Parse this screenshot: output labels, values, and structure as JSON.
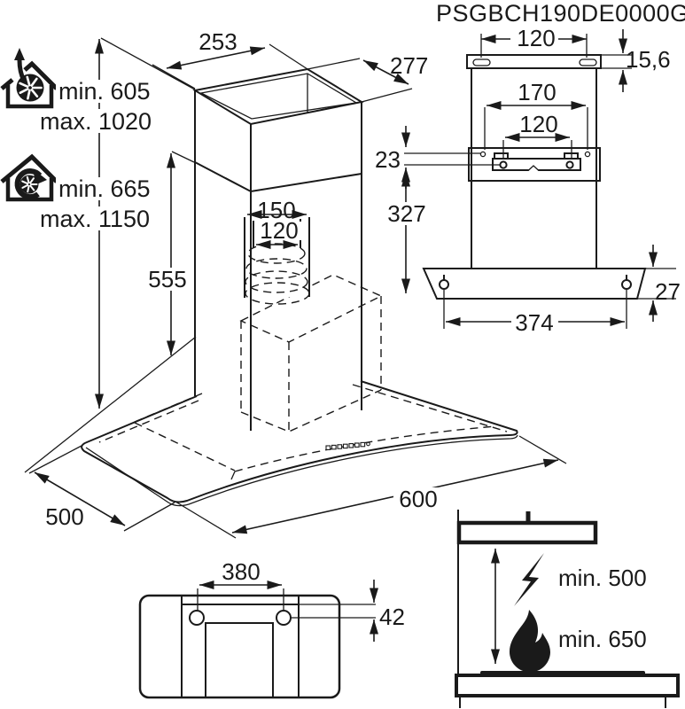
{
  "title": "PSGBCH190DE0000G",
  "installation_modes": {
    "extraction": {
      "min_label": "min. 605",
      "max_label": "max. 1020"
    },
    "recirculation": {
      "min_label": "min. 665",
      "max_label": "max. 1150"
    }
  },
  "isometric_view": {
    "chimney_width": "253",
    "chimney_depth": "277",
    "duct_outer_diameter": "150",
    "duct_inner_diameter": "120",
    "chimney_height": "555",
    "hood_width": "600",
    "hood_depth": "500"
  },
  "front_view": {
    "wall_slots_spacing": "120",
    "plate_height": "15,6",
    "upper_holes_spacing": "170",
    "bracket_holes_spacing": "120",
    "holes_vertical_offset": "23",
    "bracket_to_canopy": "327",
    "keyhole_spacing": "374",
    "canopy_height": "27"
  },
  "rear_view": {
    "holes_spacing": "380",
    "edge_to_holes": "42"
  },
  "clearance_view": {
    "electric_hob_min": "min. 500",
    "gas_hob_min": "min. 650"
  },
  "icons": {
    "left_top": "exhaust-mode-house-fan-icon",
    "left_bottom": "recirculation-mode-house-fan-icon",
    "clearance_top": "lightning-icon",
    "clearance_bottom": "flame-icon"
  },
  "colors": {
    "ink": "#1a1a1a",
    "background": "#ffffff"
  }
}
